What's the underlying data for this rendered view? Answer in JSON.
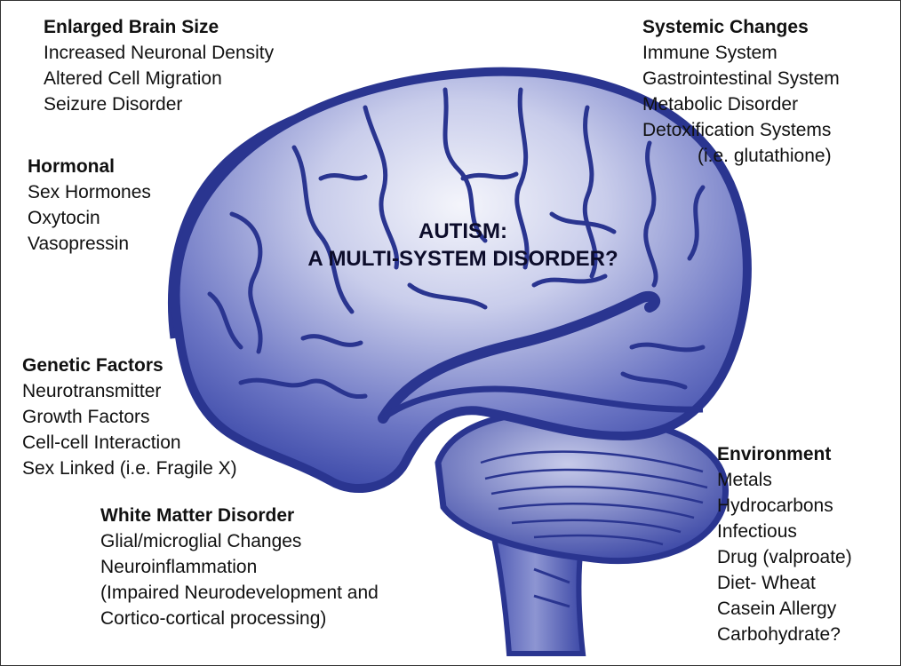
{
  "center_title": {
    "line1": "AUTISM:",
    "line2": "A MULTI-SYSTEM DISORDER?"
  },
  "blocks": {
    "enlarged_brain": {
      "heading": "Enlarged Brain Size",
      "items": [
        "Increased Neuronal Density",
        "Altered Cell Migration",
        "Seizure Disorder"
      ]
    },
    "hormonal": {
      "heading": "Hormonal",
      "items": [
        "Sex Hormones",
        "Oxytocin",
        "Vasopressin"
      ]
    },
    "systemic": {
      "heading": "Systemic Changes",
      "items": [
        "Immune System",
        "Gastrointestinal System",
        "Metabolic Disorder",
        "Detoxification Systems",
        "(i.e. glutathione)"
      ]
    },
    "genetic": {
      "heading": "Genetic Factors",
      "items": [
        "Neurotransmitter",
        "Growth Factors",
        "Cell-cell Interaction",
        "Sex Linked (i.e. Fragile X)"
      ]
    },
    "white_matter": {
      "heading": "White Matter Disorder",
      "items": [
        "Glial/microglial Changes",
        "Neuroinflammation",
        "(Impaired Neurodevelopment and",
        "Cortico-cortical processing)"
      ]
    },
    "environment": {
      "heading": "Environment",
      "items": [
        "Metals",
        "Hydrocarbons",
        "Infectious",
        "Drug (valproate)",
        "Diet- Wheat",
        "Casein Allergy",
        "Carbohydrate?"
      ]
    }
  },
  "colors": {
    "brain_outline": "#2a3590",
    "brain_fill_light": "#e9ebf7",
    "brain_fill_dark": "#3b48a8",
    "text": "#111111"
  }
}
